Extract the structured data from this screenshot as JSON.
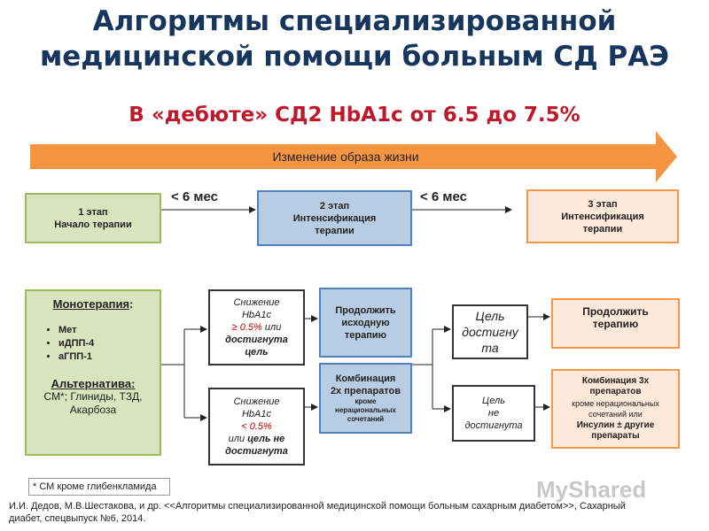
{
  "header": {
    "title_line1": "Алгоритмы специализированной",
    "title_line2": "медицинской помощи больным СД РАЭ",
    "subtitle": "В «дебюте» СД2 HbA1c от 6.5 до 7.5%"
  },
  "lifestyle_arrow": "Изменение образа жизни",
  "stages": {
    "stage1": {
      "line1": "1 этап",
      "line2": "Начало терапии"
    },
    "stage2": {
      "line1": "2 этап",
      "line2": "Интенсификация",
      "line3": "терапии"
    },
    "stage3": {
      "line1": "3 этап",
      "line2": "Интенсификация",
      "line3": "терапии"
    },
    "interval1": "< 6 мес",
    "interval2": "< 6 мес"
  },
  "mono": {
    "title": "Монотерапия",
    "colon": ":",
    "items": [
      "Мет",
      "иДПП-4",
      "аГПП-1"
    ],
    "alt_title": "Альтернатива:",
    "alt_line1": "СМ*; Глиниды, ТЗД,",
    "alt_line2": "Акарбоза"
  },
  "hba1c_down": {
    "line1": "Снижение",
    "line2": "HbA1c",
    "line3": "≥ 0.5%",
    "line3b": " или",
    "line4": "достигнута",
    "line5": "цель"
  },
  "hba1c_less": {
    "line1": "Снижение",
    "line2": "HbA1c",
    "line3": "< 0.5%",
    "line4a": "или ",
    "line4b": "цель не",
    "line5": "достигнута"
  },
  "continue_initial": {
    "line1": "Продолжить",
    "line2": "исходную",
    "line3": "терапию"
  },
  "combo2": {
    "line1": "Комбинация",
    "line2": "2х препаратов",
    "line3": "кроме",
    "line4": "нерациональных",
    "line5": "сочетаний"
  },
  "goal_reached": {
    "line1": "Цель",
    "line2": "достигну",
    "line3": "та"
  },
  "goal_not": {
    "line1": "Цель",
    "line2": "не",
    "line3": "достигнута"
  },
  "continue_therapy": {
    "line1": "Продолжить",
    "line2": "терапию"
  },
  "combo3": {
    "line1": "Комбинация  3х",
    "line2": "препаратов",
    "line3": "кроме нерациональных",
    "line4": "сочетаний или",
    "line5": "Инсулин ± другие",
    "line6": "препараты"
  },
  "note": "* СМ кроме глибенкламида",
  "footnote_line1": "И.И. Дедов, М.В.Шестакова, и др. <<Алгоритмы специализированной медицинской помощи больным  сахарным диабетом>>, Сахарный",
  "footnote_line2": "диабет, спецвыпуск №6, 2014.",
  "watermark": "MyShared",
  "colors": {
    "title": "#17365d",
    "subtitle": "#c0182b",
    "arrow": "#f59542",
    "green": "#d7e4bd",
    "blue": "#b8cce4",
    "peach": "#fde9d9",
    "circle": "#e0162b"
  }
}
